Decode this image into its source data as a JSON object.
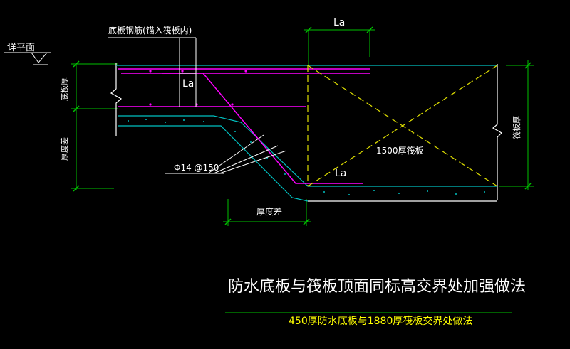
{
  "labels": {
    "detail_plane": "详平面",
    "bottom_rebar": "底板钢筋(锚入筏板内)",
    "la_top": "La",
    "la_left": "La",
    "la_bottom": "La",
    "bottom_slab_thickness": "底板厚",
    "thickness_diff_left": "厚度差",
    "raft_thickness": "筏板厚",
    "raft_1500": "1500厚筏板",
    "rebar_spec": "Φ14 @150",
    "thickness_diff_bottom": "厚度差"
  },
  "title": "防水底板与筏板顶面同标高交界处加强做法",
  "subtitle": "450厚防水底板与1880厚筏板交界处做法",
  "colors": {
    "dim_green": "#00c000",
    "rebar_magenta": "#ff00ff",
    "concrete_cyan": "#00c0c0",
    "hatch_yellow": "#e0e000",
    "outline_white": "#ffffff",
    "subtitle_yellow": "#ffff00"
  }
}
